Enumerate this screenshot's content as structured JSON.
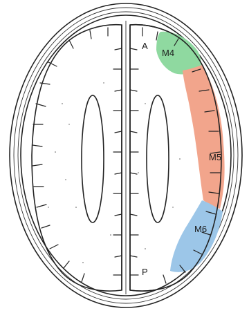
{
  "labels": {
    "anterior": "A",
    "posterior": "P"
  },
  "regions": [
    {
      "id": "m4",
      "label": "M4",
      "color": "#8fd9a0"
    },
    {
      "id": "m5",
      "label": "M5",
      "color": "#f2a58c"
    },
    {
      "id": "m6",
      "label": "M6",
      "color": "#9cc6e8"
    }
  ],
  "colors": {
    "line": "#222222",
    "background": "#ffffff"
  }
}
